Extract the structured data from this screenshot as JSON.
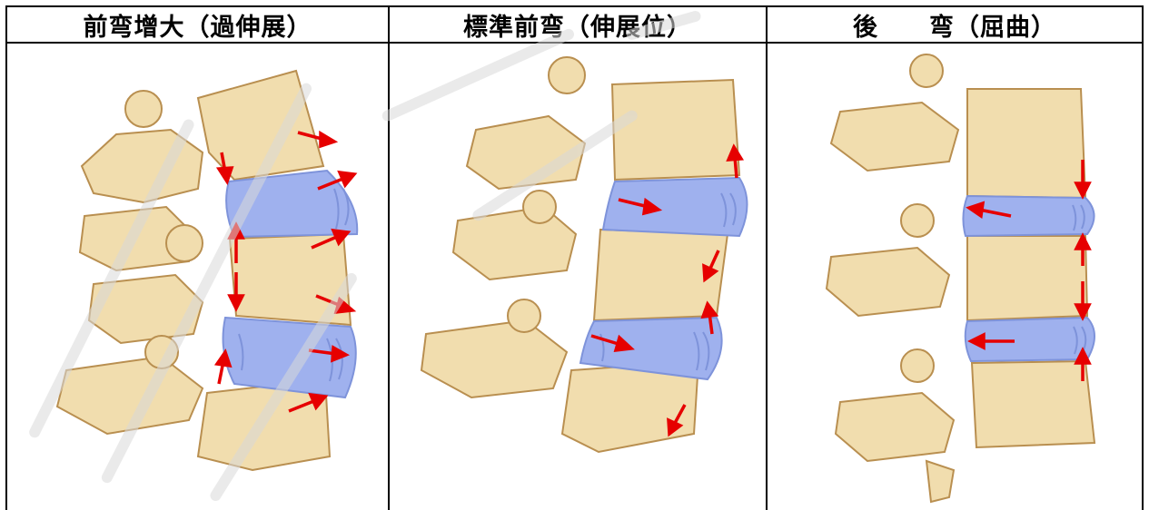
{
  "headers": [
    {
      "label": "前弯增大（過伸展）"
    },
    {
      "label": "標準前弯（伸展位）"
    },
    {
      "label": "後　　弯（屈曲）"
    }
  ],
  "colors": {
    "bone": "#F1DDAE",
    "bone_shade": "#D9B679",
    "bone_edge": "#B98F50",
    "disc": "#9FB1EE",
    "disc_line": "#7E93DA",
    "arrow": "#E60000",
    "grid": "#000000"
  }
}
